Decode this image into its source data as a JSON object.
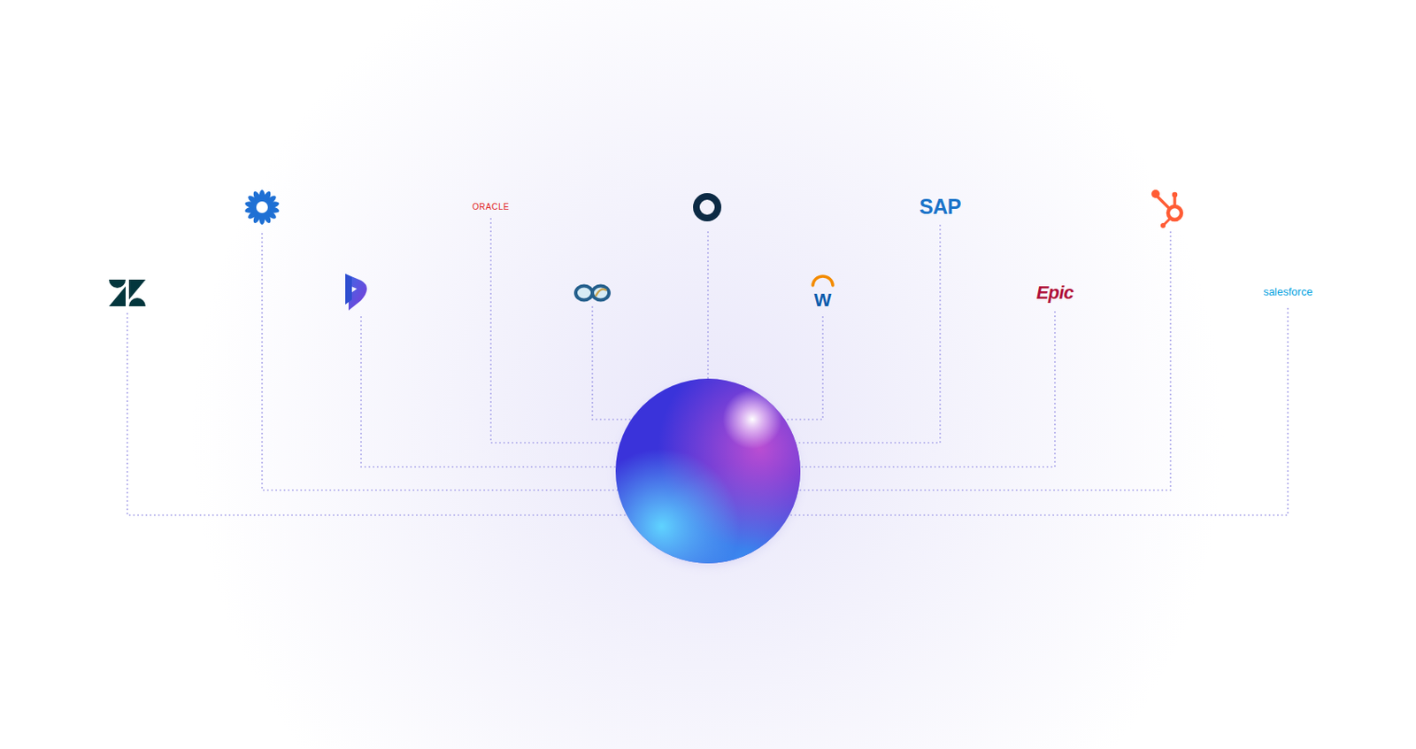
{
  "diagram": {
    "labels": [
      "ORACLE",
      "SAP",
      "W",
      "Epic",
      "salesforce"
    ]
  }
}
